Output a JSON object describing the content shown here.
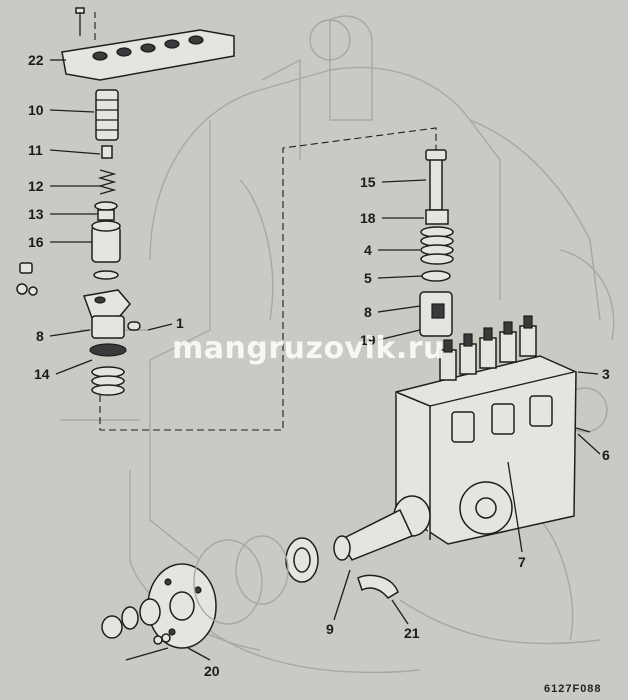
{
  "diagram": {
    "callouts": [
      "22",
      "10",
      "11",
      "12",
      "13",
      "16",
      "8",
      "1",
      "14",
      "15",
      "18",
      "4",
      "5",
      "8",
      "19",
      "3",
      "6",
      "7",
      "9",
      "21",
      "20"
    ],
    "watermark": "mangruzovik.ru",
    "figure_code": "6127F088"
  }
}
